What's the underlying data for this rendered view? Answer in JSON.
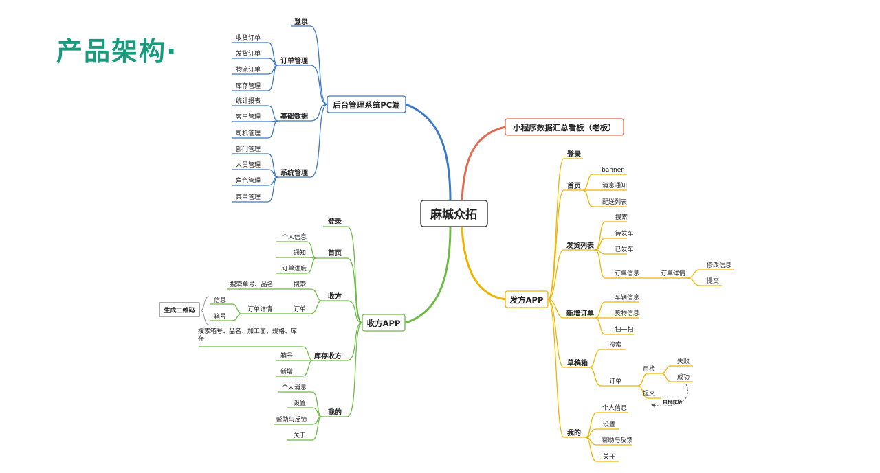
{
  "title": "产品架构·",
  "colors": {
    "blue": "#3b78c6",
    "red": "#e06a52",
    "green": "#6dbb45",
    "yellow": "#f0b400",
    "title": "#1a9a7c"
  },
  "root": "麻城众拓",
  "branches": {
    "pc": {
      "label": "后台管理系统PC端",
      "login": "登录",
      "order": {
        "label": "订单管理",
        "items": [
          "收货订单",
          "发货订单",
          "物流订单",
          "库存管理"
        ]
      },
      "base": {
        "label": "基础数据",
        "items": [
          "统计报表",
          "客户管理",
          "司机管理"
        ]
      },
      "sys": {
        "label": "系统管理",
        "items": [
          "部门管理",
          "人员管理",
          "角色管理",
          "菜单管理"
        ]
      }
    },
    "mini": {
      "label": "小程序数据汇总看板（老板）"
    },
    "recv": {
      "label": "收方APP",
      "login": "登录",
      "home": {
        "label": "首页",
        "items": [
          "个人信息",
          "通知",
          "订单进度"
        ]
      },
      "shou": {
        "label": "收方",
        "search": "搜索",
        "search_note": "搜索单号、品名",
        "order": "订单",
        "order_detail": "订单详情",
        "info": "信息",
        "box": "箱号",
        "qr": "生成二维码"
      },
      "stock": {
        "label": "库存收方",
        "note": "搜索箱号、品名、加工面、规格、库存",
        "items": [
          "箱号",
          "新增"
        ]
      },
      "mine": {
        "label": "我的",
        "items": [
          "个人消息",
          "设置",
          "帮助与反馈",
          "关于"
        ]
      }
    },
    "send": {
      "label": "发方APP",
      "login": "登录",
      "home": {
        "label": "首页",
        "items": [
          "banner",
          "消息通知",
          "配送列表"
        ]
      },
      "list": {
        "label": "发货列表",
        "items": [
          "搜索",
          "待发车",
          "已发车"
        ],
        "order_info": "订单信息",
        "order_detail": "订单详情",
        "modify": "修改信息",
        "submit": "提交"
      },
      "new": {
        "label": "新增订单",
        "items": [
          "车辆信息",
          "货物信息",
          "扫一扫"
        ]
      },
      "draft": {
        "label": "草稿箱",
        "search": "搜索",
        "order": "订单",
        "check": "自检",
        "fail": "失败",
        "success": "成功",
        "submit": "提交",
        "check_success": "自检成功"
      },
      "mine": {
        "label": "我的",
        "items": [
          "个人信息",
          "设置",
          "帮助与反馈",
          "关于"
        ]
      }
    }
  }
}
